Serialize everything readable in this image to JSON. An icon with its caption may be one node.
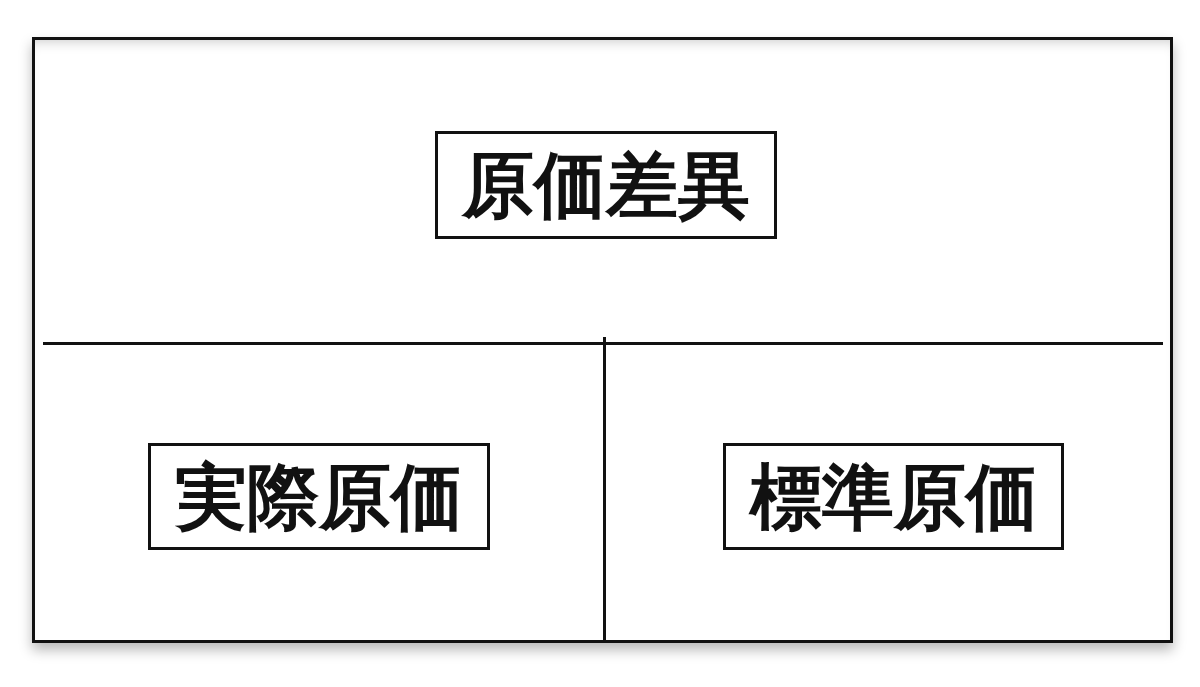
{
  "diagram": {
    "nodes": [
      {
        "text": [],
        "shape": "box"
      },
      {
        "text": [
          "原価差異"
        ],
        "in": 0
      },
      {
        "text": [
          "実際原価"
        ],
        "in": 0
      },
      {
        "text": [
          "標準原価"
        ],
        "in": 0
      }
    ]
  }
}
